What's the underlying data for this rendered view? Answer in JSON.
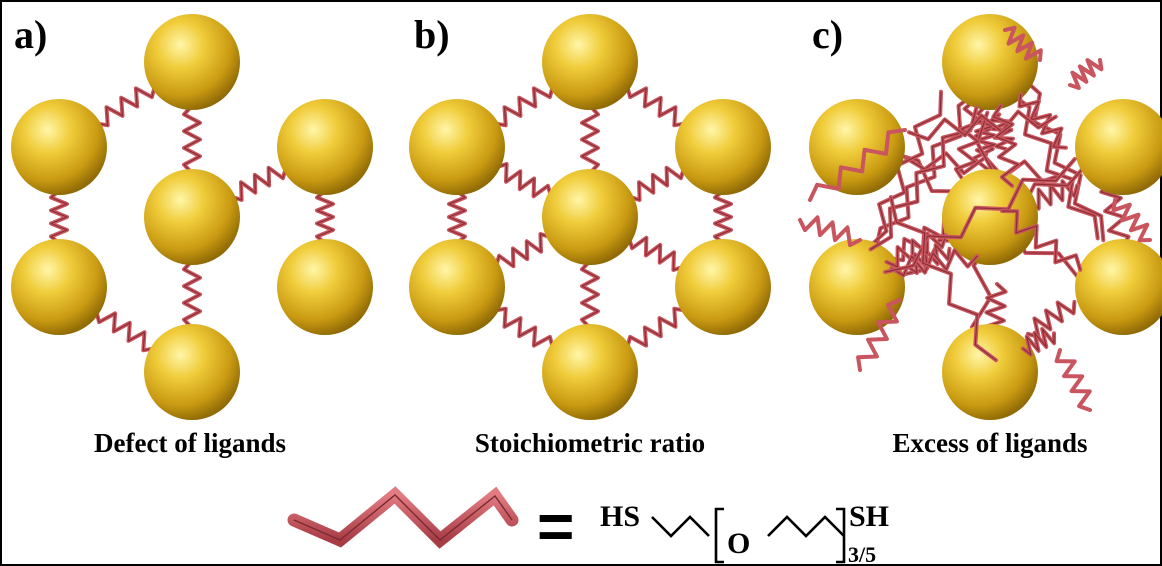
{
  "panels": [
    {
      "letter": "a)",
      "caption": "Defect of ligands"
    },
    {
      "letter": "b)",
      "caption": "Stoichiometric ratio"
    },
    {
      "letter": "c)",
      "caption": "Excess of ligands"
    }
  ],
  "legend": {
    "equals": "=",
    "hs": "HS",
    "o": "O",
    "sh": "SH",
    "repeat": "3/5"
  },
  "colors": {
    "nanoparticle": "#e0b824",
    "ligand": "#c9555e",
    "border": "#000000"
  }
}
